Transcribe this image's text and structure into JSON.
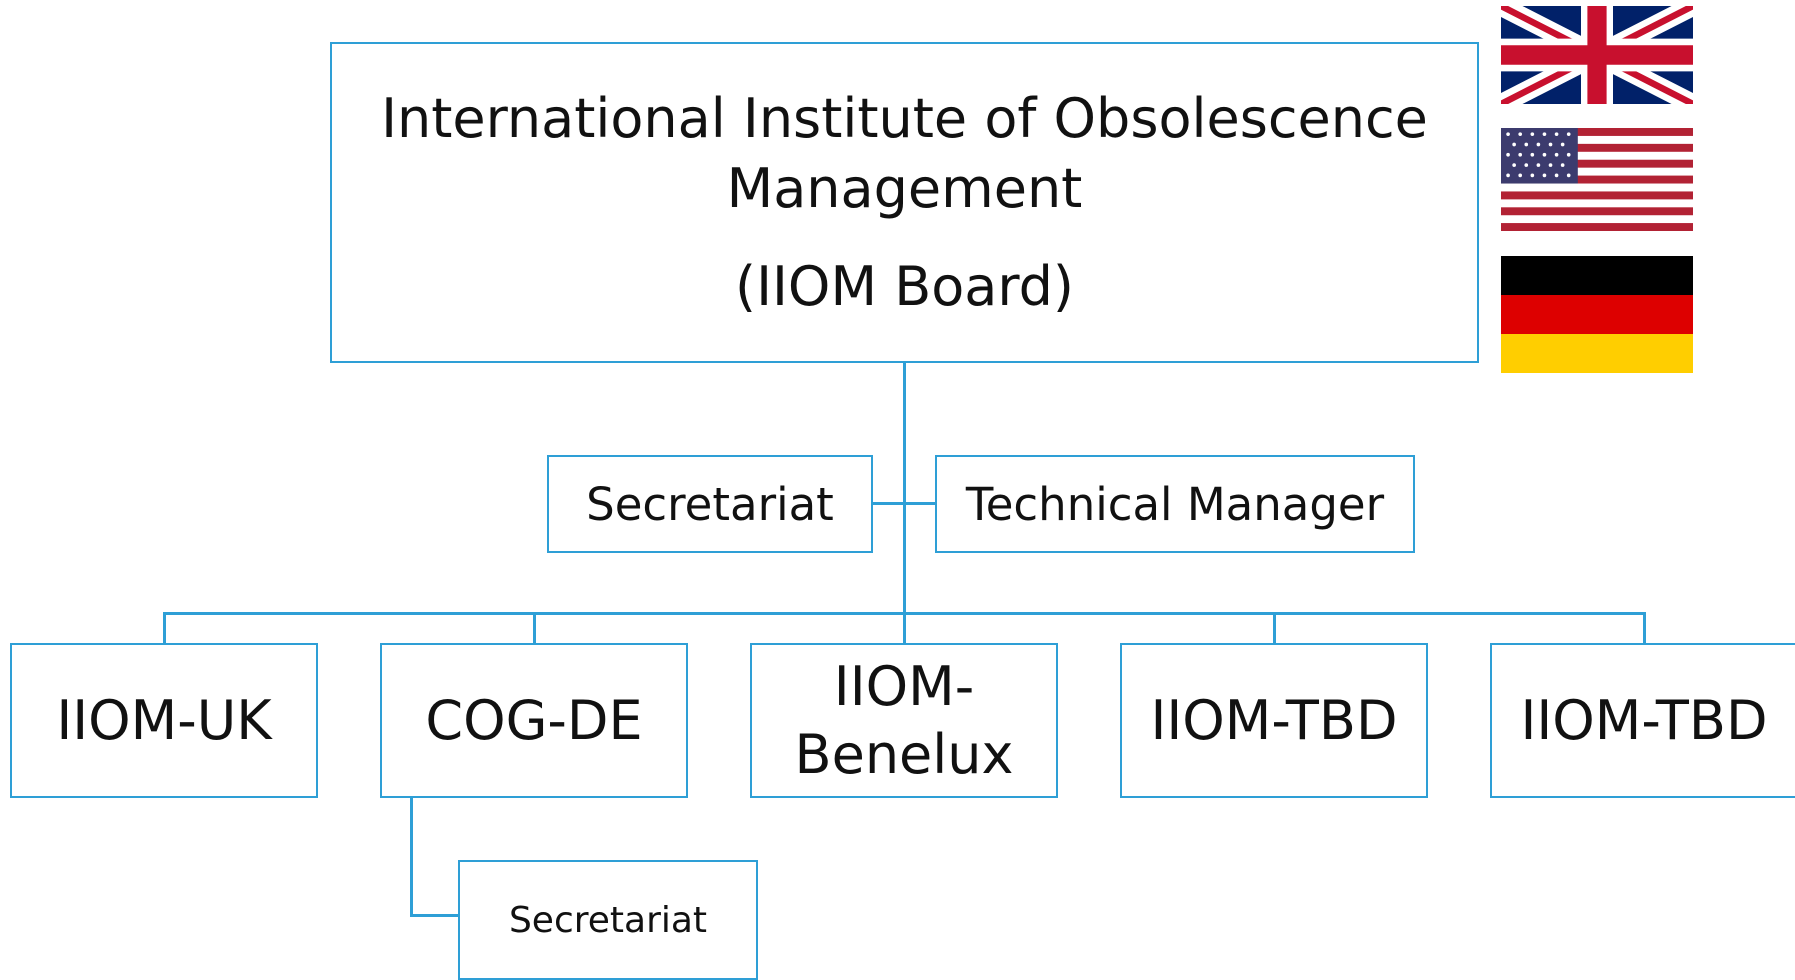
{
  "board": {
    "title": "International Institute of Obsolescence Management",
    "subtitle": "(IIOM Board)"
  },
  "staff": {
    "secretariat": "Secretariat",
    "technical_manager": "Technical Manager"
  },
  "units": [
    "IIOM-UK",
    "COG-DE",
    "IIOM-\nBenelux",
    "IIOM-TBD",
    "IIOM-TBD"
  ],
  "sub_unit": {
    "secretariat": "Secretariat"
  },
  "flags": [
    "uk-flag",
    "us-flag",
    "german-flag"
  ],
  "colors": {
    "connector": "#2e9fd6",
    "uk_blue": "#012169",
    "uk_red": "#c8102e",
    "us_red": "#b22234",
    "us_blue": "#3c3b6e",
    "de_black": "#000000",
    "de_red": "#dd0000",
    "de_gold": "#ffce00"
  }
}
